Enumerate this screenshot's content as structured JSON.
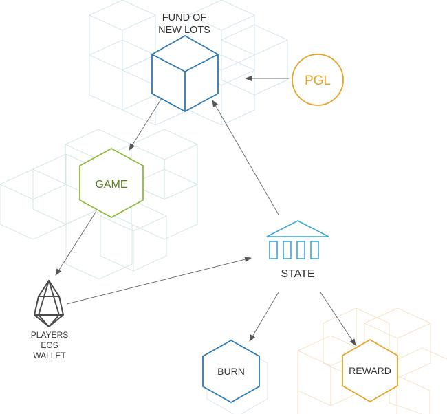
{
  "nodes": {
    "fund": {
      "label_line1": "FUND OF",
      "label_line2": "NEW LOTS"
    },
    "pgl": {
      "label": "PGL"
    },
    "game": {
      "label": "GAME"
    },
    "state": {
      "label": "STATE"
    },
    "wallet": {
      "label_line1": "PLAYERS",
      "label_line2": "EOS",
      "label_line3": "WALLET"
    },
    "burn": {
      "label": "BURN"
    },
    "reward": {
      "label": "REWARD"
    }
  },
  "colors": {
    "fund": "#2e7ab5",
    "pgl": "#e6a326",
    "game": "#8dbb3e",
    "game_text": "#5a7a24",
    "state": "#3aa6d8",
    "burn": "#2e7ab5",
    "reward": "#e6a326",
    "text_dark": "#333333",
    "arrow": "#6e6e6e"
  },
  "icons": {
    "fund": "cube-icon",
    "state": "bank-building-icon",
    "wallet": "eos-logo-icon"
  }
}
